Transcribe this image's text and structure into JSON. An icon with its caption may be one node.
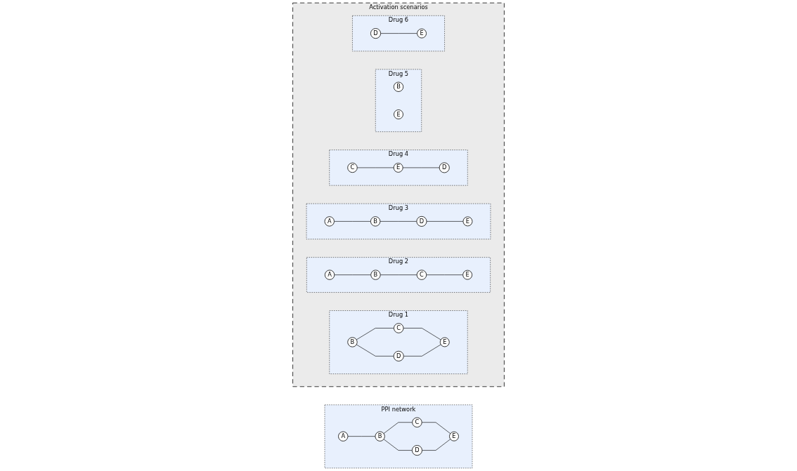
{
  "diagram": {
    "nodes": [
      {
        "text": [
          "PPI network"
        ]
      },
      {
        "text": [
          "C"
        ],
        "in": 0
      },
      {
        "text": [
          "A"
        ],
        "in": 0
      },
      {
        "text": [
          "B"
        ],
        "in": 0
      },
      {
        "text": [
          "E"
        ],
        "in": 0
      },
      {
        "text": [
          "D"
        ],
        "in": 0
      },
      {
        "text": [
          "Activation scenarios"
        ]
      },
      {
        "text": [
          "Drug 1"
        ],
        "in": 6
      },
      {
        "text": [
          "C"
        ],
        "in": 7
      },
      {
        "text": [
          "B"
        ],
        "in": 7
      },
      {
        "text": [
          "E"
        ],
        "in": 7
      },
      {
        "text": [
          "D"
        ],
        "in": 7
      },
      {
        "text": [
          "Drug 2"
        ],
        "in": 6
      },
      {
        "text": [
          "C"
        ],
        "in": 12
      },
      {
        "text": [
          "A"
        ],
        "in": 12
      },
      {
        "text": [
          "B"
        ],
        "in": 12
      },
      {
        "text": [
          "E"
        ],
        "in": 12
      },
      {
        "text": [
          "Drug 3"
        ],
        "in": 6
      },
      {
        "text": [
          "A"
        ],
        "in": 17
      },
      {
        "text": [
          "B"
        ],
        "in": 17
      },
      {
        "text": [
          "E"
        ],
        "in": 17
      },
      {
        "text": [
          "D"
        ],
        "in": 17
      },
      {
        "text": [
          "Drug 4"
        ],
        "in": 6
      },
      {
        "text": [
          "C"
        ],
        "in": 22
      },
      {
        "text": [
          "E"
        ],
        "in": 22
      },
      {
        "text": [
          "D"
        ],
        "in": 22
      },
      {
        "text": [
          "Drug 5"
        ],
        "in": 6
      },
      {
        "text": [
          "B"
        ],
        "in": 26
      },
      {
        "text": [
          "E"
        ],
        "in": 26
      },
      {
        "text": [
          "Drug 6"
        ],
        "in": 6
      },
      {
        "text": [
          "E"
        ],
        "in": 29
      },
      {
        "text": [
          "D"
        ],
        "in": 29
      }
    ],
    "edges": [
      {
        "from": 2,
        "to": 3,
        "arrow": "none"
      },
      {
        "from": 3,
        "to": 1,
        "arrow": "none"
      },
      {
        "from": 1,
        "to": 4,
        "arrow": "none"
      },
      {
        "from": 3,
        "to": 5,
        "arrow": "none"
      },
      {
        "from": 5,
        "to": 4,
        "arrow": "none"
      },
      {
        "from": 9,
        "to": 8,
        "arrow": "none"
      },
      {
        "from": 8,
        "to": 10,
        "arrow": "none"
      },
      {
        "from": 9,
        "to": 11,
        "arrow": "none"
      },
      {
        "from": 11,
        "to": 10,
        "arrow": "none"
      },
      {
        "from": 14,
        "to": 15,
        "arrow": "none"
      },
      {
        "from": 15,
        "to": 13,
        "arrow": "none"
      },
      {
        "from": 13,
        "to": 16,
        "arrow": "none"
      },
      {
        "from": 18,
        "to": 19,
        "arrow": "none"
      },
      {
        "from": 19,
        "to": 21,
        "arrow": "none"
      },
      {
        "from": 21,
        "to": 20,
        "arrow": "none"
      },
      {
        "from": 23,
        "to": 24,
        "arrow": "none"
      },
      {
        "from": 24,
        "to": 25,
        "arrow": "none"
      },
      {
        "from": 31,
        "to": 30,
        "arrow": "none"
      }
    ]
  }
}
